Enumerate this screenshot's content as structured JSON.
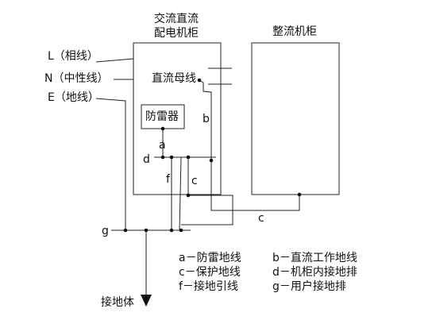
{
  "labels": {
    "panel_title_line1": "交流直流",
    "panel_title_line2": "配电机柜",
    "rectifier_title": "整流机柜",
    "line_L": "L（相线）",
    "line_N": "N（中性线）",
    "line_E": "E（地线）",
    "dc_bus": "直流母线",
    "surge_protector": "防雷器",
    "mark_a": "a",
    "mark_b": "b",
    "mark_c_inner": "c",
    "mark_c_outer": "c",
    "mark_d": "d",
    "mark_f": "f",
    "mark_g": "g",
    "ground_body": "接地体"
  },
  "legend": [
    "a－防雷地线",
    "b－直流工作地线",
    "c－保护地线",
    "d－机柜内接地排",
    "f－接地引线",
    "g－用户接地排"
  ],
  "colors": {
    "line": "#222222",
    "text": "#111111",
    "background": "#ffffff"
  }
}
